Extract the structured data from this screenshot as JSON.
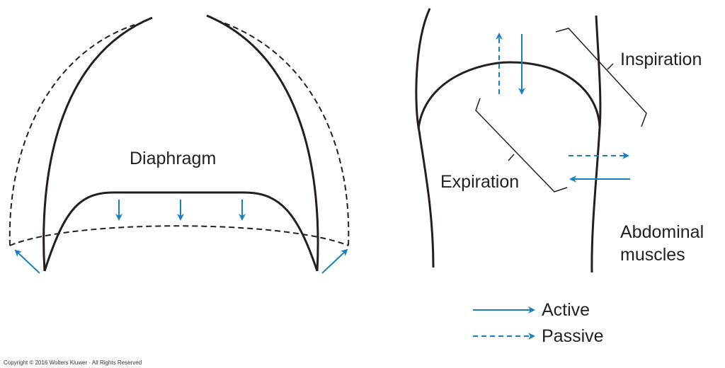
{
  "labels": {
    "diaphragm": "Diaphragm",
    "inspiration": "Inspiration",
    "expiration": "Expiration",
    "abdominal_line1": "Abdominal",
    "abdominal_line2": "muscles"
  },
  "legend": {
    "active": "Active",
    "passive": "Passive"
  },
  "copyright": "Copyright © 2016 Wolters Kluwer · All Rights Reserved",
  "colors": {
    "arrow": "#1a7fc1",
    "line": "#231f20"
  }
}
